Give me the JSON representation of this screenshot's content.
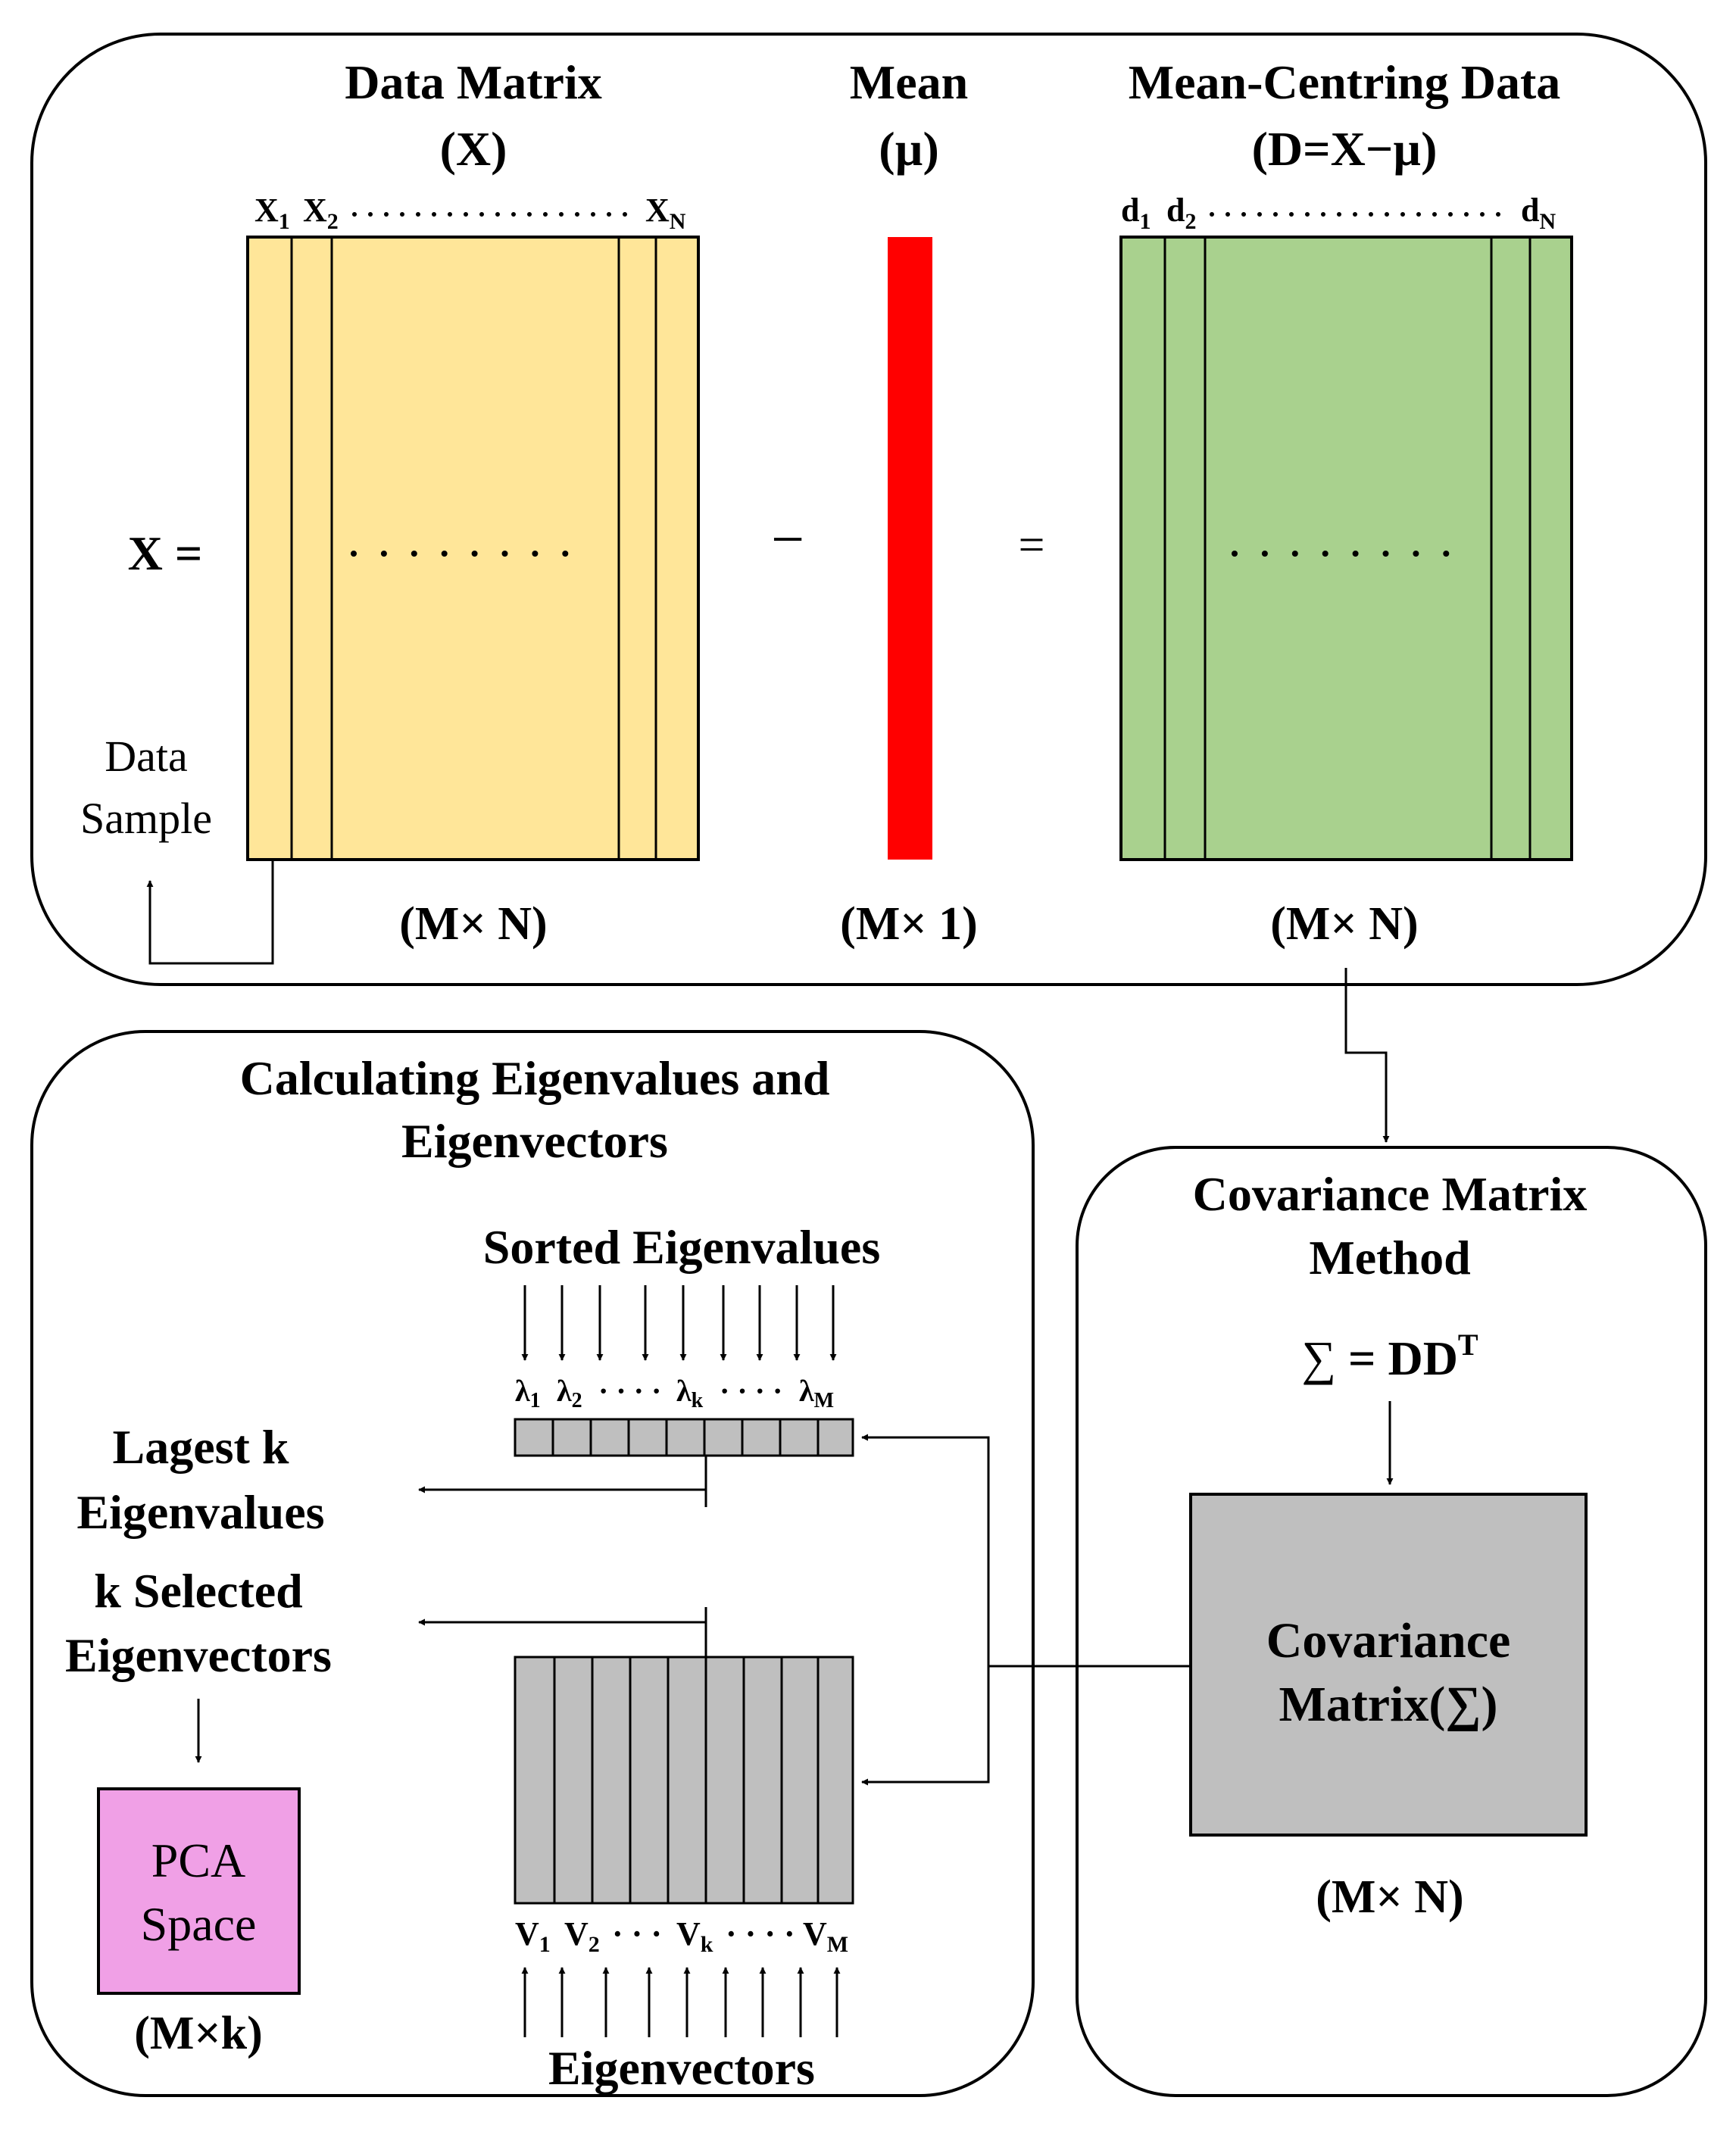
{
  "colors": {
    "data_matrix": "#FFE699",
    "mean_bar": "#FF0000",
    "centred_matrix": "#A9D18E",
    "covariance": "#BFBFBF",
    "pca_space": "#F0A0E6",
    "eigen_cells": "#BFBFBF"
  },
  "top_panel": {
    "data_matrix": {
      "title": "Data Matrix",
      "symbol": "(X)",
      "col1": "X",
      "col1_sub": "1",
      "col2": "X",
      "col2_sub": "2",
      "colN": "X",
      "colN_sub": "N",
      "dims": "(M× N)",
      "lhs": "X =",
      "dots": "·········"
    },
    "data_sample": {
      "line1": "Data",
      "line2": "Sample"
    },
    "minus": "−",
    "mean": {
      "title": "Mean",
      "symbol": "(µ)",
      "dims": "(M× 1)"
    },
    "equals": "=",
    "centred": {
      "title": "Mean-Centring Data",
      "formula": "(D=X−µ)",
      "col1": "d",
      "col1_sub": "1",
      "col2": "d",
      "col2_sub": "2",
      "colN": "d",
      "colN_sub": "N",
      "dims": "(M× N)",
      "dots": "·········"
    }
  },
  "covariance_panel": {
    "title1": "Covariance Matrix",
    "title2": "Method",
    "formula_sum": "∑",
    "formula_eq": " = DD",
    "formula_sup": "T",
    "box_line1": "Covariance",
    "box_line2": "Matrix(∑)",
    "dims": "(M× N)"
  },
  "eigen_panel": {
    "title1": "Calculating Eigenvalues and",
    "title2": "Eigenvectors",
    "sorted_label": "Sorted Eigenvalues",
    "lambda1": "λ",
    "lambda1_sub": "1",
    "lambda2": "λ",
    "lambda2_sub": "2",
    "lambdak": "λ",
    "lambdak_sub": "k",
    "lambdaM": "λ",
    "lambdaM_sub": "M",
    "lambda_dots1": "· · · ·",
    "lambda_dots2": "· · · ·",
    "largest1": "Lagest k",
    "largest2": "Eigenvalues",
    "selected1": "k Selected",
    "selected2": "Eigenvectors",
    "v1": "V",
    "v1_sub": "1",
    "v2": "V",
    "v2_sub": "2",
    "vk": "V",
    "vk_sub": "k",
    "vM": "V",
    "vM_sub": "M",
    "v_dots1": "· · ·",
    "v_dots2": "· · · ·",
    "eigenvectors_label": "Eigenvectors",
    "pca1": "PCA",
    "pca2": "Space",
    "pca_dims": "(M×k)"
  }
}
